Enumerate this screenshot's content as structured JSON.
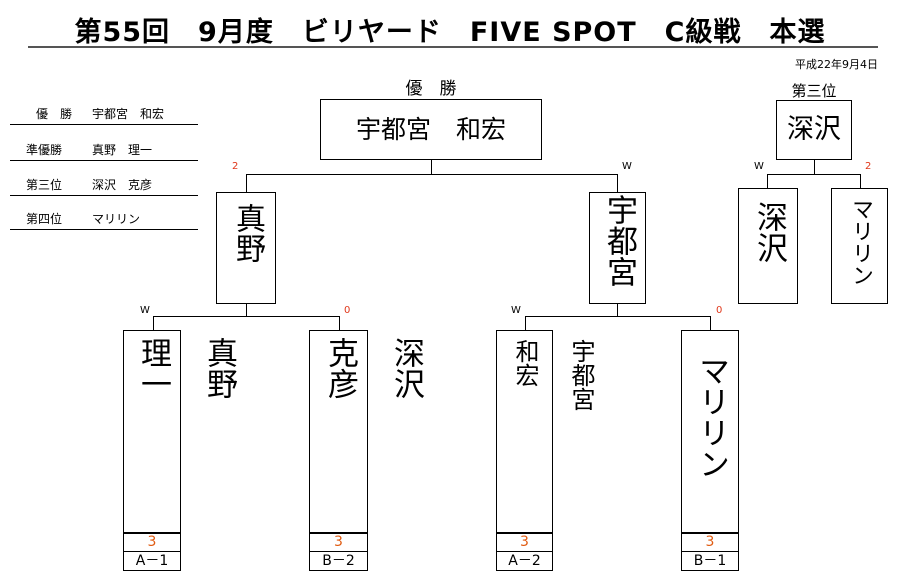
{
  "title": "第55回　9月度　ビリヤード　FIVE SPOT　C級戦　本選",
  "date": "平成22年9月4日",
  "results": [
    {
      "rank": "優　勝",
      "name": "宇都宮　和宏"
    },
    {
      "rank": "準優勝",
      "name": "真野　理一"
    },
    {
      "rank": "第三位",
      "name": "深沢　克彦"
    },
    {
      "rank": "第四位",
      "name": "マリリン"
    }
  ],
  "champion": {
    "label": "優　勝",
    "name": "宇都宮　和宏"
  },
  "semifinal": {
    "left": {
      "name": "真野",
      "mark": "2"
    },
    "right": {
      "name": "宇都宮",
      "mark": "W"
    }
  },
  "third_place": {
    "label": "第三位",
    "winner": "深沢",
    "left": {
      "name": "深沢",
      "mark": "W"
    },
    "right": {
      "name": "マリリン",
      "mark": "2"
    }
  },
  "players": [
    {
      "name": "真野\n\n理一",
      "top_mark": "W",
      "score": "3",
      "seed": "A－1"
    },
    {
      "name": "深沢\n\n克彦",
      "top_mark": "0",
      "score": "3",
      "seed": "B－2"
    },
    {
      "name": "宇都宮\n\n和宏",
      "top_mark": "W",
      "score": "3",
      "seed": "A－2"
    },
    {
      "name": "マリリン",
      "top_mark": "0",
      "score": "3",
      "seed": "B－1"
    }
  ],
  "colors": {
    "mark_red": "#e0371a",
    "score_orange": "#e05a10"
  }
}
